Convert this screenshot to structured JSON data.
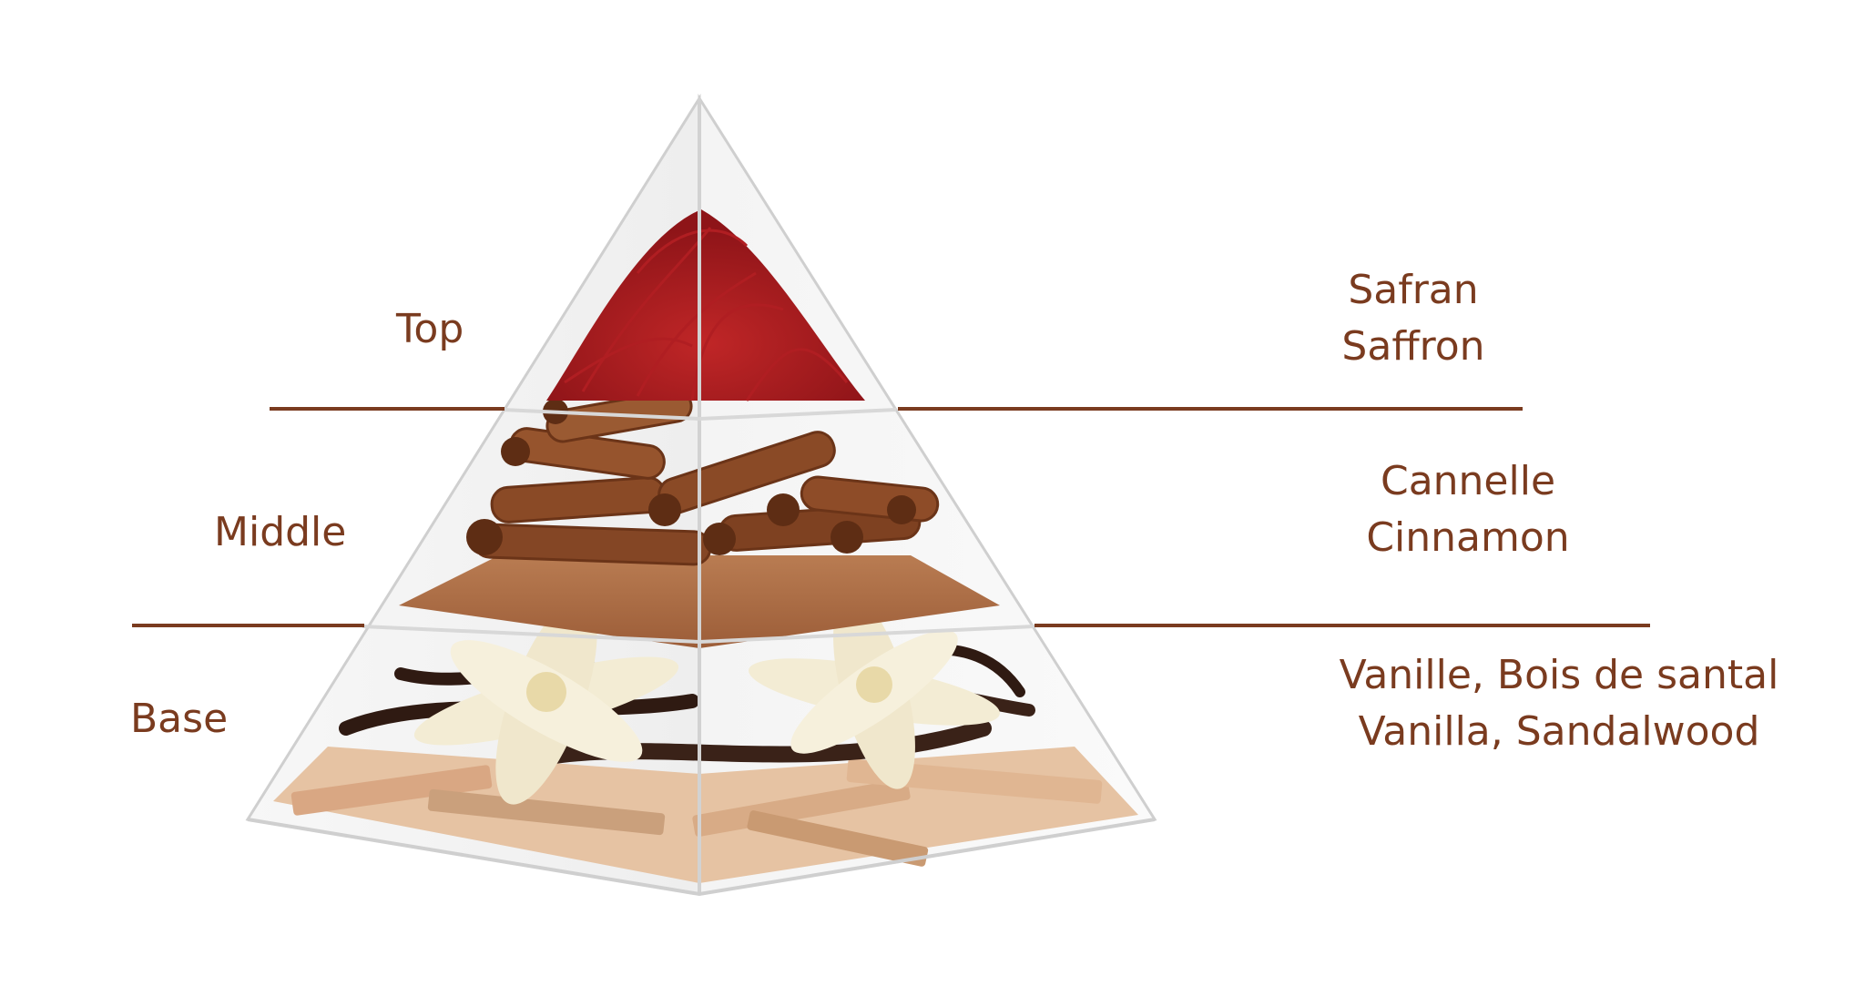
{
  "tiers": [
    {
      "key": "top",
      "label": "Top",
      "notes": [
        "Safran",
        "Saffron"
      ]
    },
    {
      "key": "middle",
      "label": "Middle",
      "notes": [
        "Cannelle",
        "Cinnamon"
      ]
    },
    {
      "key": "base",
      "label": "Base",
      "notes": [
        "Vanille, Bois de santal",
        "Vanilla, Sandalwood"
      ]
    }
  ],
  "colors": {
    "text": "#7a3b1f",
    "divider": "#7a3b1f",
    "saffron": "#b01e22",
    "cinnamon": "#8a4a26",
    "cinnamon_powder": "#b0704a",
    "vanilla_flower": "#f3ecd4",
    "vanilla_pod": "#2f1a12",
    "sandalwood": "#d9a783"
  }
}
